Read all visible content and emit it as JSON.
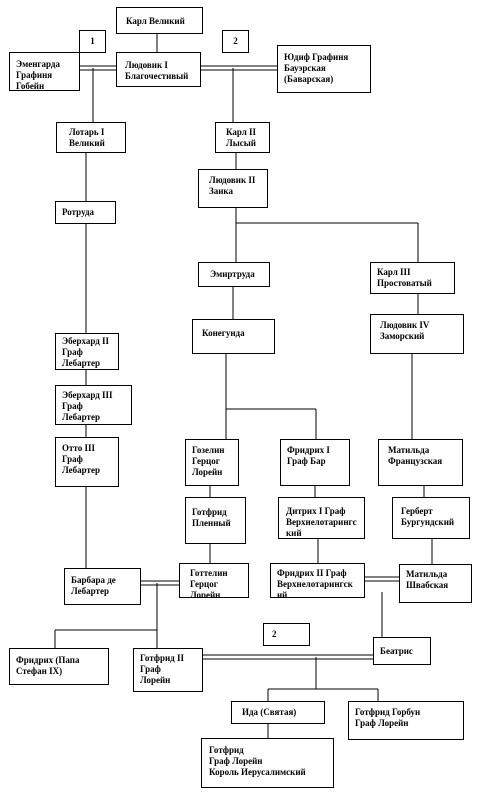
{
  "persons": {
    "karl_veliky": "Карл Великий",
    "emengarda": "Эменгарда\nГрафиня\nГобейн",
    "ludovik_1": "Людовик I\nБлагочестивый",
    "yudif": "Юдиф  Графиня\nБауэрская\n(Баварская)",
    "lotar_1": "Лотарь I\nВеликий",
    "karl_2": "Карл II\nЛысый",
    "ludovik_2": "Людовик II\nЗаика",
    "rotruda": "Ротруда",
    "emirtruda": "Эмиртруда",
    "karl_3": "Карл III\nПростоватый",
    "konegunda": "Конегунда",
    "ludovik_4": "Людовик IV\nЗаморский",
    "eberhard_2": "Эберхард II\nГраф\nЛебартер",
    "eberhard_3": "Эберхард III\nГраф\nЛебартер",
    "otto_3": "Отто III\nГраф\nЛебартер",
    "gozelin": "Гозелин\nГерцог\nЛорейн",
    "fridrih_1": "Фридрих I\nГраф Бар",
    "matilda_fr": "Матильда\nФранцузская",
    "gotfrid_plenny": "Готфрид\nПленный",
    "ditrih_1": "Дитрих I  Граф\nВерхнелотарингс\nкий",
    "gerbert": "Герберт\nБургундский",
    "barbara": "Барбара де\nЛебартер",
    "gottelin": "Готтелин\nГерцог\nЛорейн",
    "fridrih_2": "Фридрих II Граф\nВерхнелотарингск\nий",
    "matilda_shv": "Матильда\nШвабская",
    "fridrih_papa": "Фридрих (Папа\nСтефан IX)",
    "gotfrid_2": "Готфрид II\nГраф\nЛорейн",
    "beatris": "Беатрис",
    "ida": "Ида (Святая)",
    "gotfrid_gorbun": "Готфрид Горбун\nГраф Лорейн",
    "gotfrid_korol": "Готфрид\nГраф Лорейн\nКороль Иерусалимский"
  },
  "marriage_numbers": {
    "first": "1",
    "second": "2",
    "second_lower": "2"
  }
}
